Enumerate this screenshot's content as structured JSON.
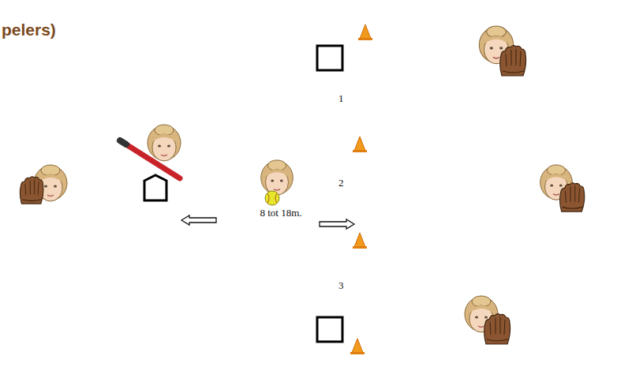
{
  "diagram": {
    "title": "pelers)",
    "labels": [
      "1",
      "2",
      "3",
      "8 tot 18m."
    ]
  }
}
